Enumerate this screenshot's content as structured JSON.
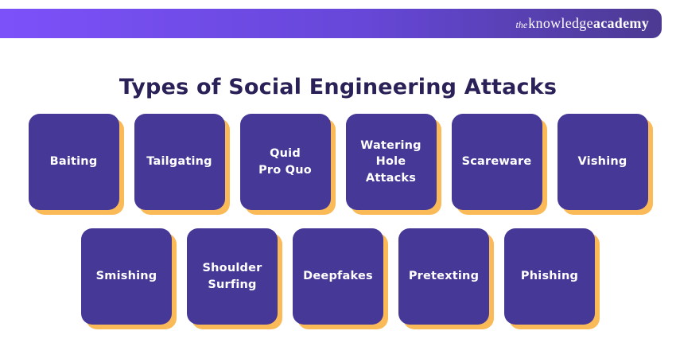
{
  "header": {
    "logo": {
      "the": "the",
      "knowledge": "knowledge",
      "academy": "academy"
    },
    "bar_gradient_start": "#7d51fa",
    "bar_gradient_end": "#4c3a92"
  },
  "title": "Types of Social Engineering Attacks",
  "colors": {
    "tile_background": "#463897",
    "tile_shadow": "#fbba58",
    "title_text": "#2b2158",
    "tile_text": "#ffffff"
  },
  "rows": [
    {
      "tiles": [
        {
          "label": "Baiting"
        },
        {
          "label": "Tailgating"
        },
        {
          "label": "Quid\nPro Quo"
        },
        {
          "label": "Watering\nHole Attacks"
        },
        {
          "label": "Scareware"
        },
        {
          "label": "Vishing"
        }
      ]
    },
    {
      "tiles": [
        {
          "label": "Smishing"
        },
        {
          "label": "Shoulder\nSurfing"
        },
        {
          "label": "Deepfakes"
        },
        {
          "label": "Pretexting"
        },
        {
          "label": "Phishing"
        }
      ]
    }
  ]
}
